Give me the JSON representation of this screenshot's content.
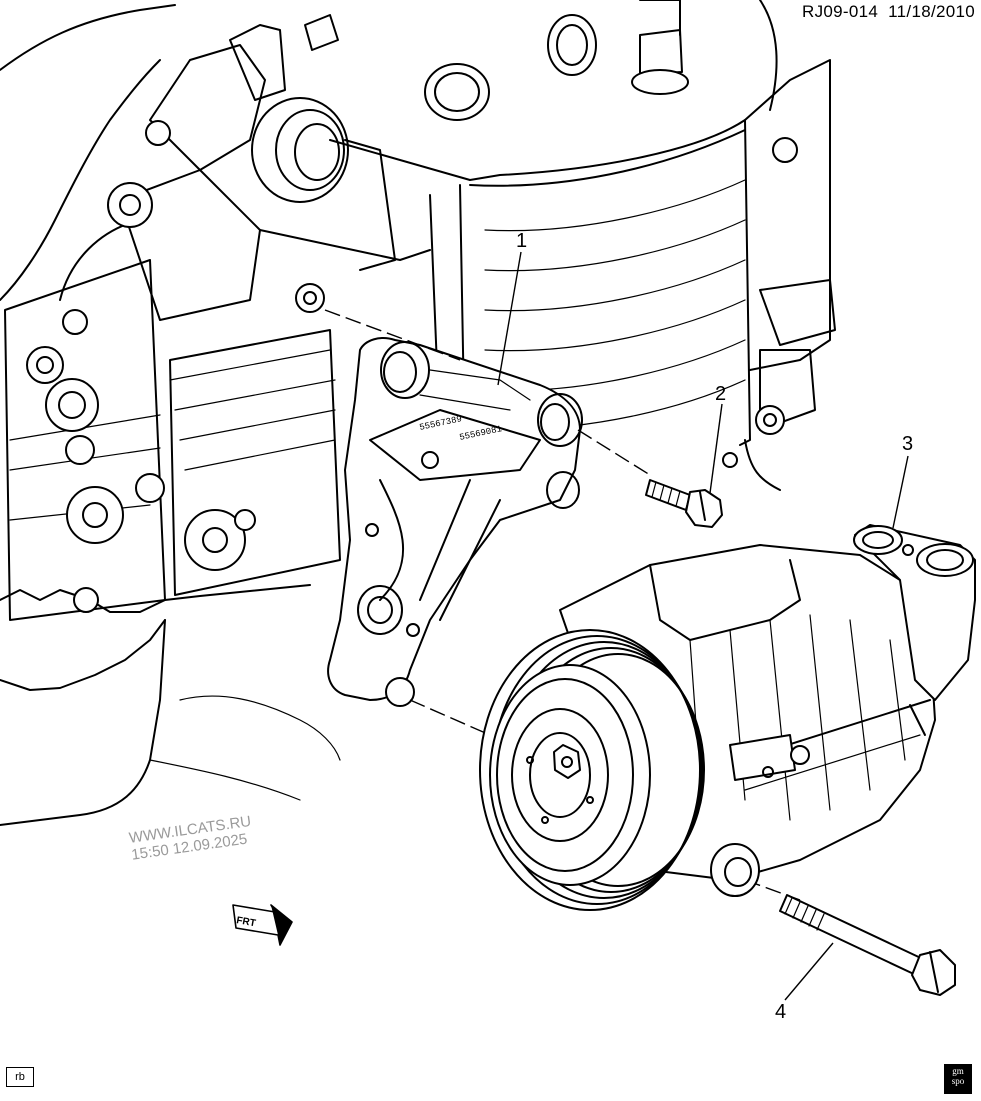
{
  "header": {
    "diagram_id": "RJ09-014",
    "date": "11/18/2010"
  },
  "callouts": [
    {
      "number": "1"
    },
    {
      "number": "2"
    },
    {
      "number": "3"
    },
    {
      "number": "4"
    }
  ],
  "watermark": {
    "line1": "WWW.ILCATS.RU",
    "line2": "15:50 12.09.2025"
  },
  "footer": {
    "left_code": "rb",
    "logo_line1": "gm",
    "logo_line2": "spo"
  },
  "bracket_part_numbers": [
    "55567389",
    "55569081"
  ],
  "front_arrow_label": "FRT",
  "colors": {
    "ink": "#000000",
    "watermark": "#9a9a9a",
    "background": "#ffffff"
  }
}
